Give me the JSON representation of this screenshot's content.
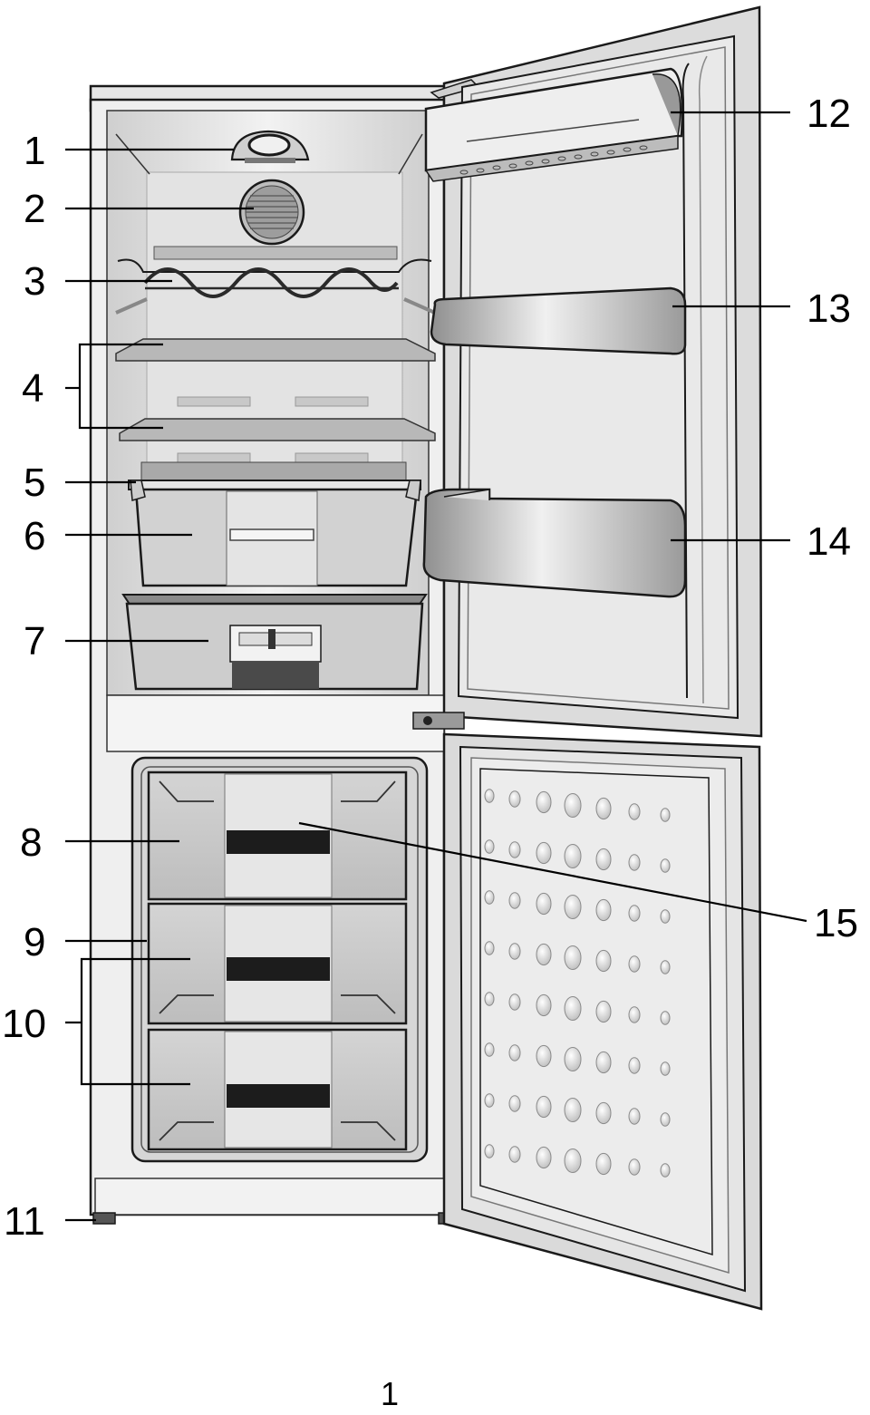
{
  "diagram": {
    "callouts": {
      "c1": "1",
      "c2": "2",
      "c3": "3",
      "c4": "4",
      "c5": "5",
      "c6": "6",
      "c7": "7",
      "c8": "8",
      "c9": "9",
      "c10": "10",
      "c11": "11",
      "c12": "12",
      "c13": "13",
      "c14": "14",
      "c15": "15"
    },
    "page_number": "1",
    "colors": {
      "line": "#1a1a1a",
      "cabinet": "#ececec",
      "interior": "#d9d9d9",
      "door": "#e2e2e2",
      "shadow": "#9a9a9a",
      "dark": "#2a2a2a"
    }
  }
}
